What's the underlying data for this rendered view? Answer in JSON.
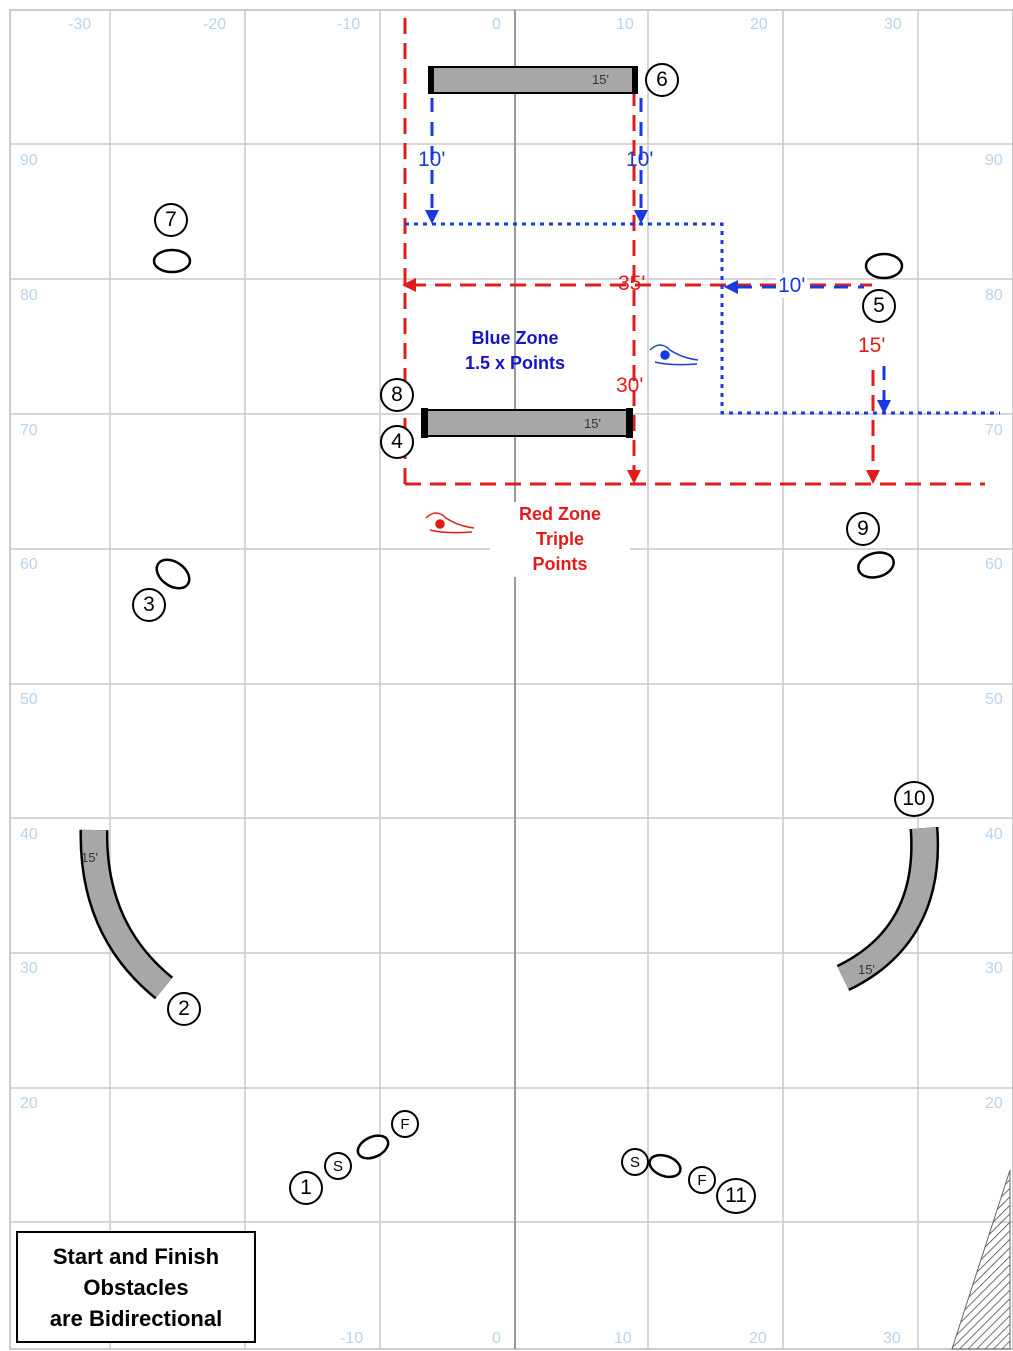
{
  "grid": {
    "x_labels": [
      "-30",
      "-20",
      "-10",
      "0",
      "10",
      "20",
      "30"
    ],
    "y_labels": [
      "90",
      "80",
      "70",
      "60",
      "50",
      "40",
      "30",
      "20"
    ],
    "bottom_labels": [
      "-10",
      "0",
      "10",
      "20",
      "30"
    ]
  },
  "note": {
    "line1": "Start and Finish",
    "line2": "Obstacles",
    "line3": "are Bidirectional"
  },
  "zones": {
    "blue": {
      "line1": "Blue Zone",
      "line2": "1.5 x Points",
      "color": "#1515c8"
    },
    "red": {
      "line1": "Red Zone",
      "line2": "Triple",
      "line3": "Points",
      "color": "#e21b1b"
    }
  },
  "measurements": {
    "m35": "35'",
    "m30": "30'",
    "m15": "15'",
    "m10_left": "10'",
    "m10_right": "10'",
    "m10_horizontal": "10'"
  },
  "obstacle_lengths": {
    "top_bar": "15'",
    "mid_bar": "15'",
    "left_curve": "15'",
    "right_curve": "15'"
  },
  "obstacles": [
    "1",
    "2",
    "3",
    "4",
    "5",
    "6",
    "7",
    "8",
    "9",
    "10",
    "11"
  ],
  "start_finish": {
    "start": "S",
    "finish": "F"
  },
  "colors": {
    "grid": "#c8c8c8",
    "axis": "#999999",
    "red": "#e21b1b",
    "blue": "#1a3adf",
    "tube": "#a7a7a7"
  }
}
